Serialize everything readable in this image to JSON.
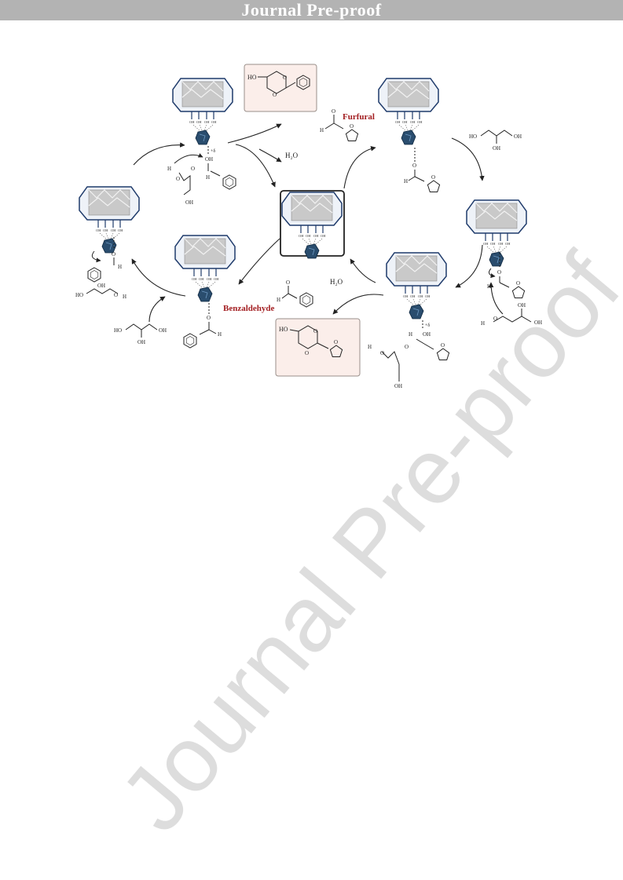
{
  "header": {
    "title": "Journal Pre-proof"
  },
  "diagram": {
    "label_furfural": "Furfural",
    "label_benzaldehyde": "Benzaldehyde",
    "label_water_top": "H₂O",
    "label_water_bottom": "H₂O",
    "accent_color": "#a31f22",
    "catalyst_color": "#2a4d6e",
    "product_box_fill": "#fbeeea",
    "atoms": {
      "HO": "HO",
      "OH": "OH",
      "O": "O",
      "H": "H",
      "delta": "+δ"
    }
  },
  "watermark": {
    "text": "Journal Pre-proof"
  }
}
